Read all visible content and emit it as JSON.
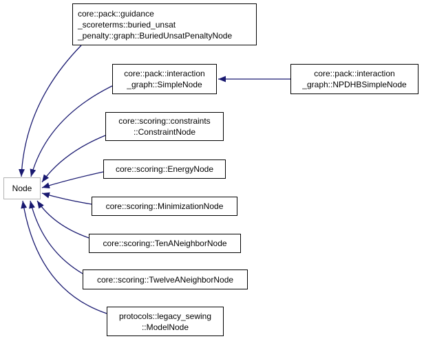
{
  "colors": {
    "edge": "#191970",
    "box_border": "#000000",
    "base_border": "#b2b2b2",
    "background": "#ffffff",
    "text": "#000000"
  },
  "graph": {
    "type": "inheritance-graph",
    "base": {
      "label": "Node"
    },
    "nodes": {
      "buried_unsat": {
        "lines": [
          "core::pack::guidance",
          "_scoreterms::buried_unsat",
          "_penalty::graph::BuriedUnsatPenaltyNode"
        ]
      },
      "simple": {
        "lines": [
          "core::pack::interaction",
          "_graph::SimpleNode"
        ]
      },
      "npdhb": {
        "lines": [
          "core::pack::interaction",
          "_graph::NPDHBSimpleNode"
        ]
      },
      "constraint": {
        "lines": [
          "core::scoring::constraints",
          "::ConstraintNode"
        ]
      },
      "energy": {
        "lines": [
          "core::scoring::EnergyNode"
        ]
      },
      "minimization": {
        "lines": [
          "core::scoring::MinimizationNode"
        ]
      },
      "ten_a": {
        "lines": [
          "core::scoring::TenANeighborNode"
        ]
      },
      "twelve_a": {
        "lines": [
          "core::scoring::TwelveANeighborNode"
        ]
      },
      "model": {
        "lines": [
          "protocols::legacy_sewing",
          "::ModelNode"
        ]
      }
    }
  }
}
